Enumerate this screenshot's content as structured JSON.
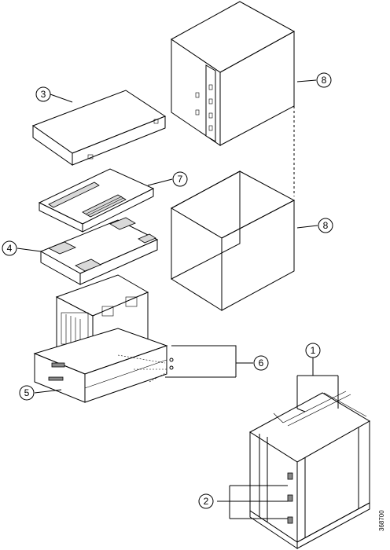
{
  "figure": {
    "figure_id": "368700",
    "callouts": [
      {
        "id": "c1",
        "label": "1"
      },
      {
        "id": "c2",
        "label": "2"
      },
      {
        "id": "c3",
        "label": "3"
      },
      {
        "id": "c4",
        "label": "4"
      },
      {
        "id": "c5",
        "label": "5"
      },
      {
        "id": "c6",
        "label": "6"
      },
      {
        "id": "c7",
        "label": "7"
      },
      {
        "id": "c8a",
        "label": "8"
      },
      {
        "id": "c8b",
        "label": "8"
      }
    ]
  }
}
